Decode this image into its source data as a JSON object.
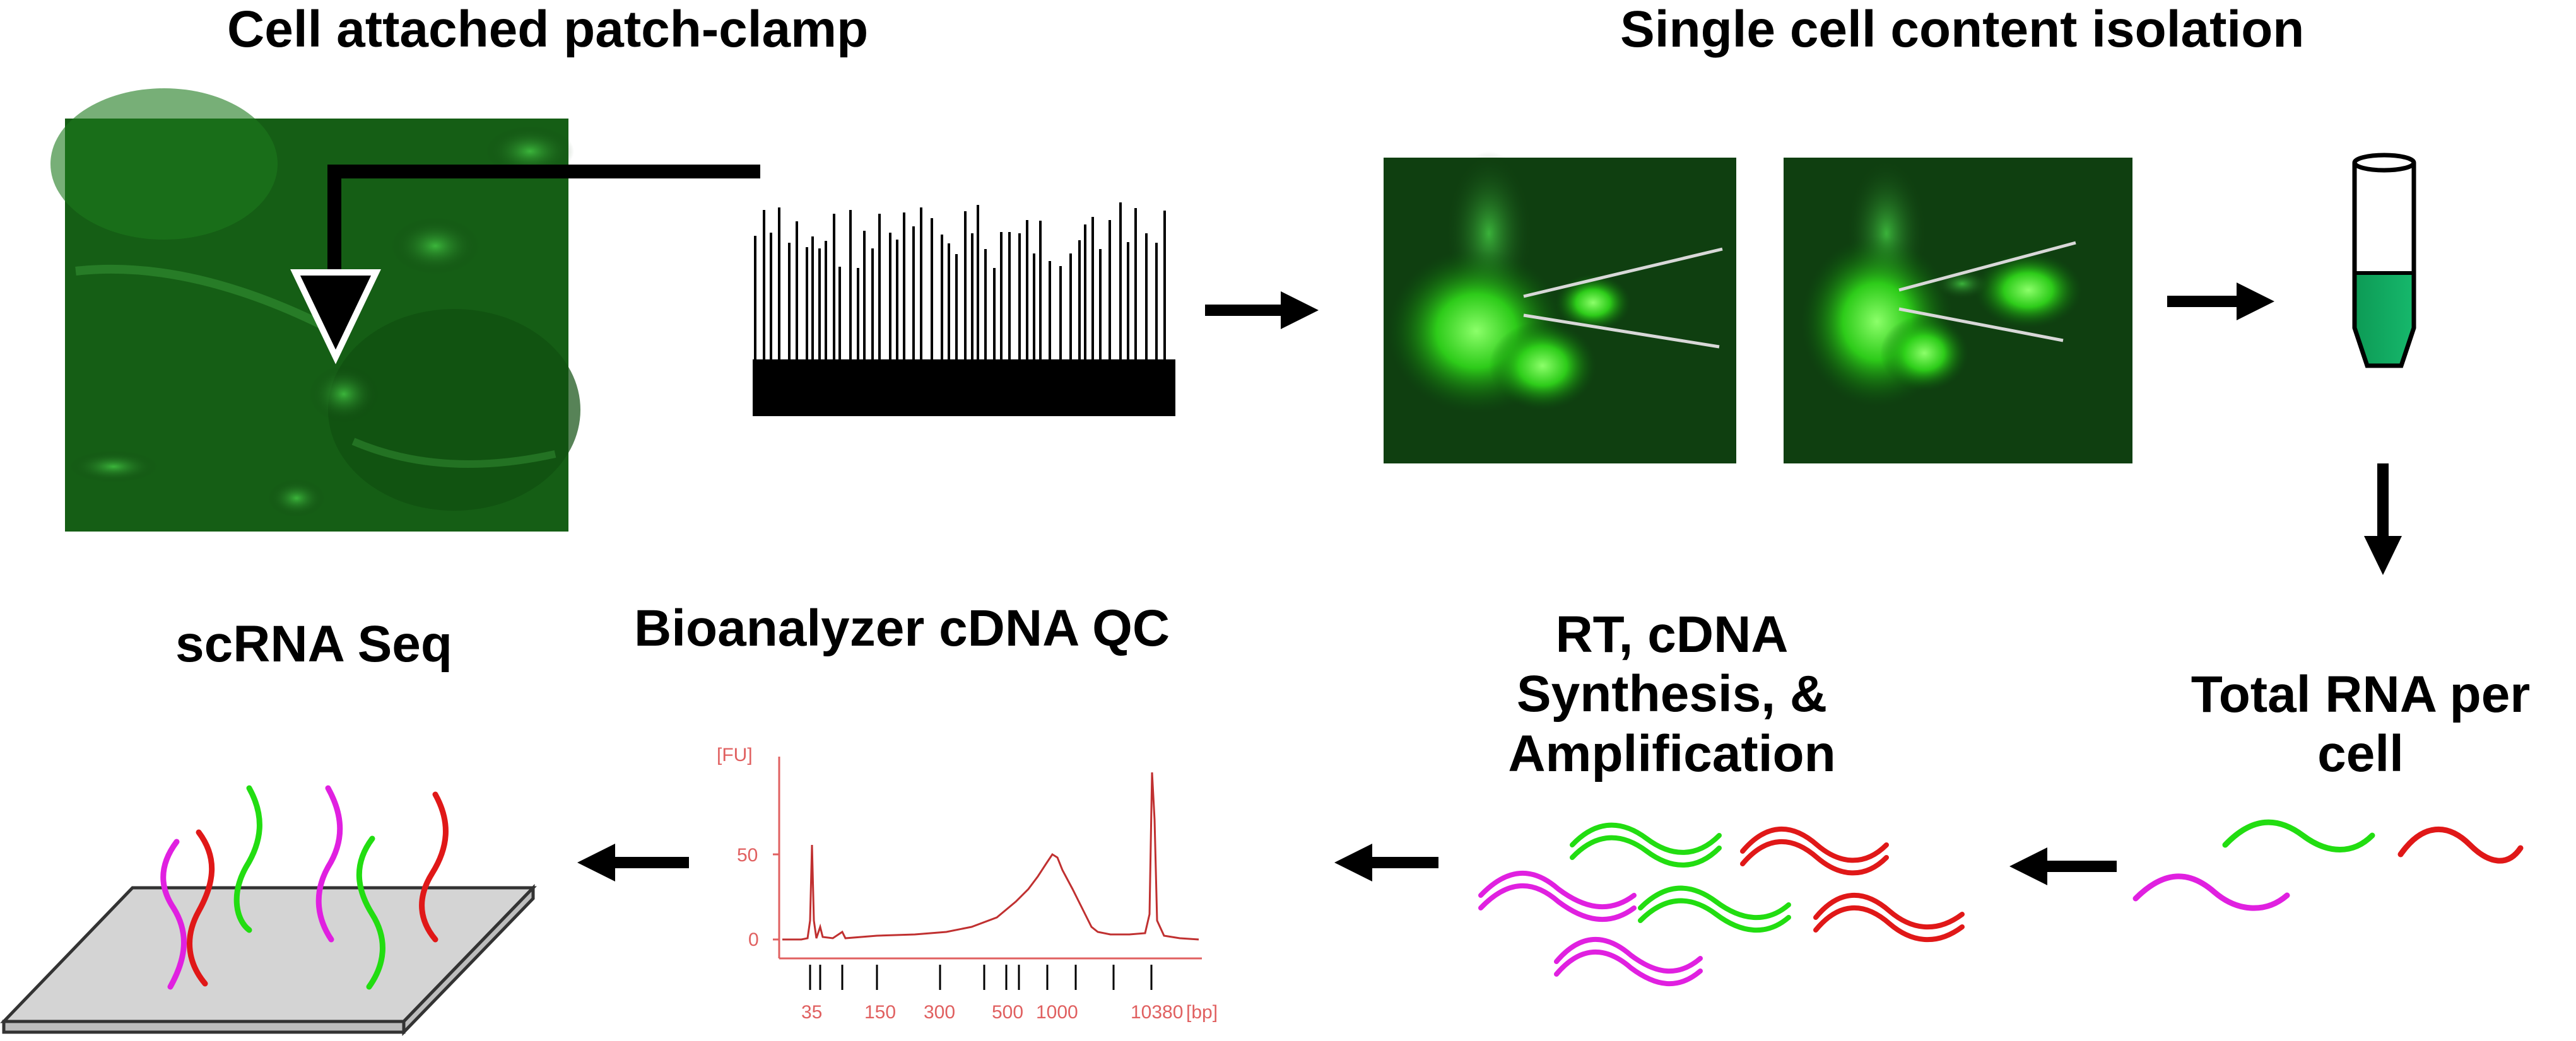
{
  "steps": {
    "patch_clamp": "Cell attached patch-clamp",
    "isolation": "Single cell content isolation",
    "total_rna_line1": "Total RNA per",
    "total_rna_line2": "cell",
    "rt_line1": "RT, cDNA",
    "rt_line2": "Synthesis, &",
    "rt_line3": "Amplification",
    "bioanalyzer": "Bioanalyzer cDNA QC",
    "scrna": "scRNA Seq"
  },
  "bioanalyzer_plot": {
    "y_unit": "[FU]",
    "y_ticks": [
      "50",
      "0"
    ],
    "x_ticks": [
      "35",
      "150",
      "300",
      "500",
      "1000",
      "10380"
    ],
    "x_unit": "[bp]"
  },
  "colors": {
    "fluorescence": "#1fa81f",
    "tube_fill": "#0fa860",
    "rna_green": "#22dd11",
    "rna_red": "#e01818",
    "rna_magenta": "#e020e0",
    "trace": "#c03030",
    "axis": "#e06060",
    "slide": "#d4d4d4"
  }
}
